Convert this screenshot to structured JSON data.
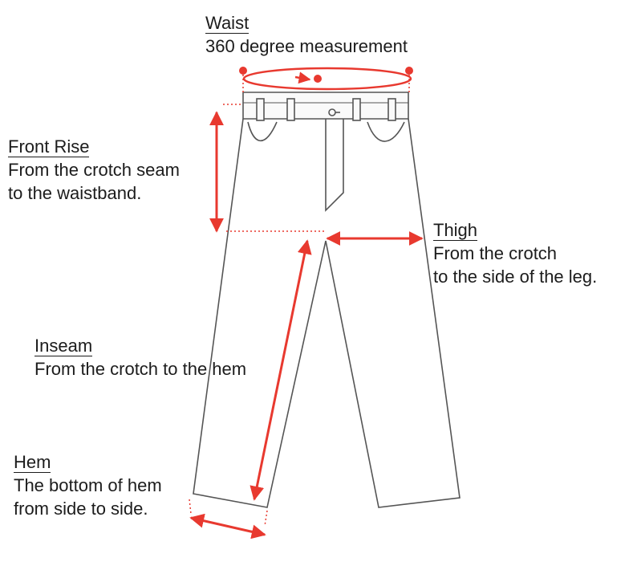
{
  "colors": {
    "measure": "#e8392f",
    "outline": "#555555",
    "text": "#1c1c1c"
  },
  "labels": {
    "waist": {
      "title": "Waist",
      "lines": [
        "360 degree measurement"
      ]
    },
    "front_rise": {
      "title": "Front Rise",
      "lines": [
        "From the crotch seam",
        "to the waistband."
      ]
    },
    "thigh": {
      "title": "Thigh",
      "lines": [
        "From the crotch",
        "to the side of the leg."
      ]
    },
    "inseam": {
      "title": "Inseam",
      "lines": [
        "From the crotch to the hem"
      ]
    },
    "hem": {
      "title": "Hem",
      "lines": [
        "The bottom of hem",
        "from side to side."
      ]
    }
  }
}
